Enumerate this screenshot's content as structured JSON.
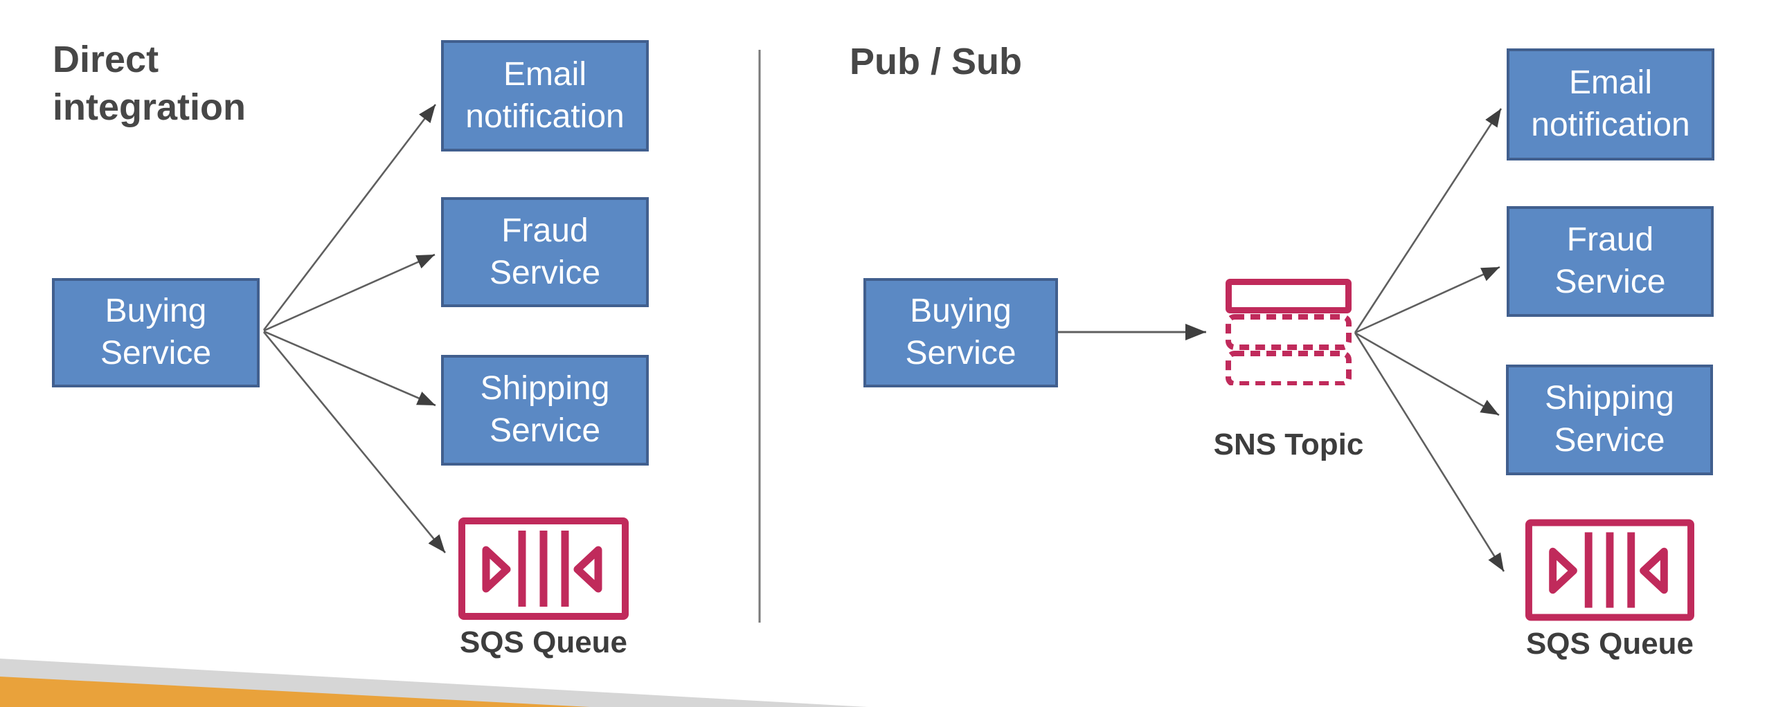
{
  "slide": {
    "left": {
      "title_lines": [
        "Direct",
        "integration"
      ],
      "source_lines": [
        "Buying",
        "Service"
      ],
      "targets": [
        [
          "Email",
          "notification"
        ],
        [
          "Fraud",
          "Service"
        ],
        [
          "Shipping",
          "Service"
        ]
      ],
      "queue_label": "SQS Queue"
    },
    "right": {
      "title": "Pub / Sub",
      "source_lines": [
        "Buying",
        "Service"
      ],
      "topic_label": "SNS Topic",
      "targets": [
        [
          "Email",
          "notification"
        ],
        [
          "Fraud",
          "Service"
        ],
        [
          "Shipping",
          "Service"
        ]
      ],
      "queue_label": "SQS Queue"
    }
  },
  "icons": {
    "sqs": "sqs-queue-icon",
    "sns": "sns-topic-icon"
  },
  "colors": {
    "box_fill": "#5b89c4",
    "box_border": "#415f8e",
    "box_text": "#ffffff",
    "icon_accent": "#c02a5b",
    "title_text": "#474747",
    "label_text": "#3d3d3d",
    "arrow_line": "#5f5f5f",
    "arrow_head": "#3f3f3f",
    "divider": "#7a7a7a",
    "ribbon_gray": "#d6d6d6",
    "ribbon_orange": "#e9a23b"
  }
}
